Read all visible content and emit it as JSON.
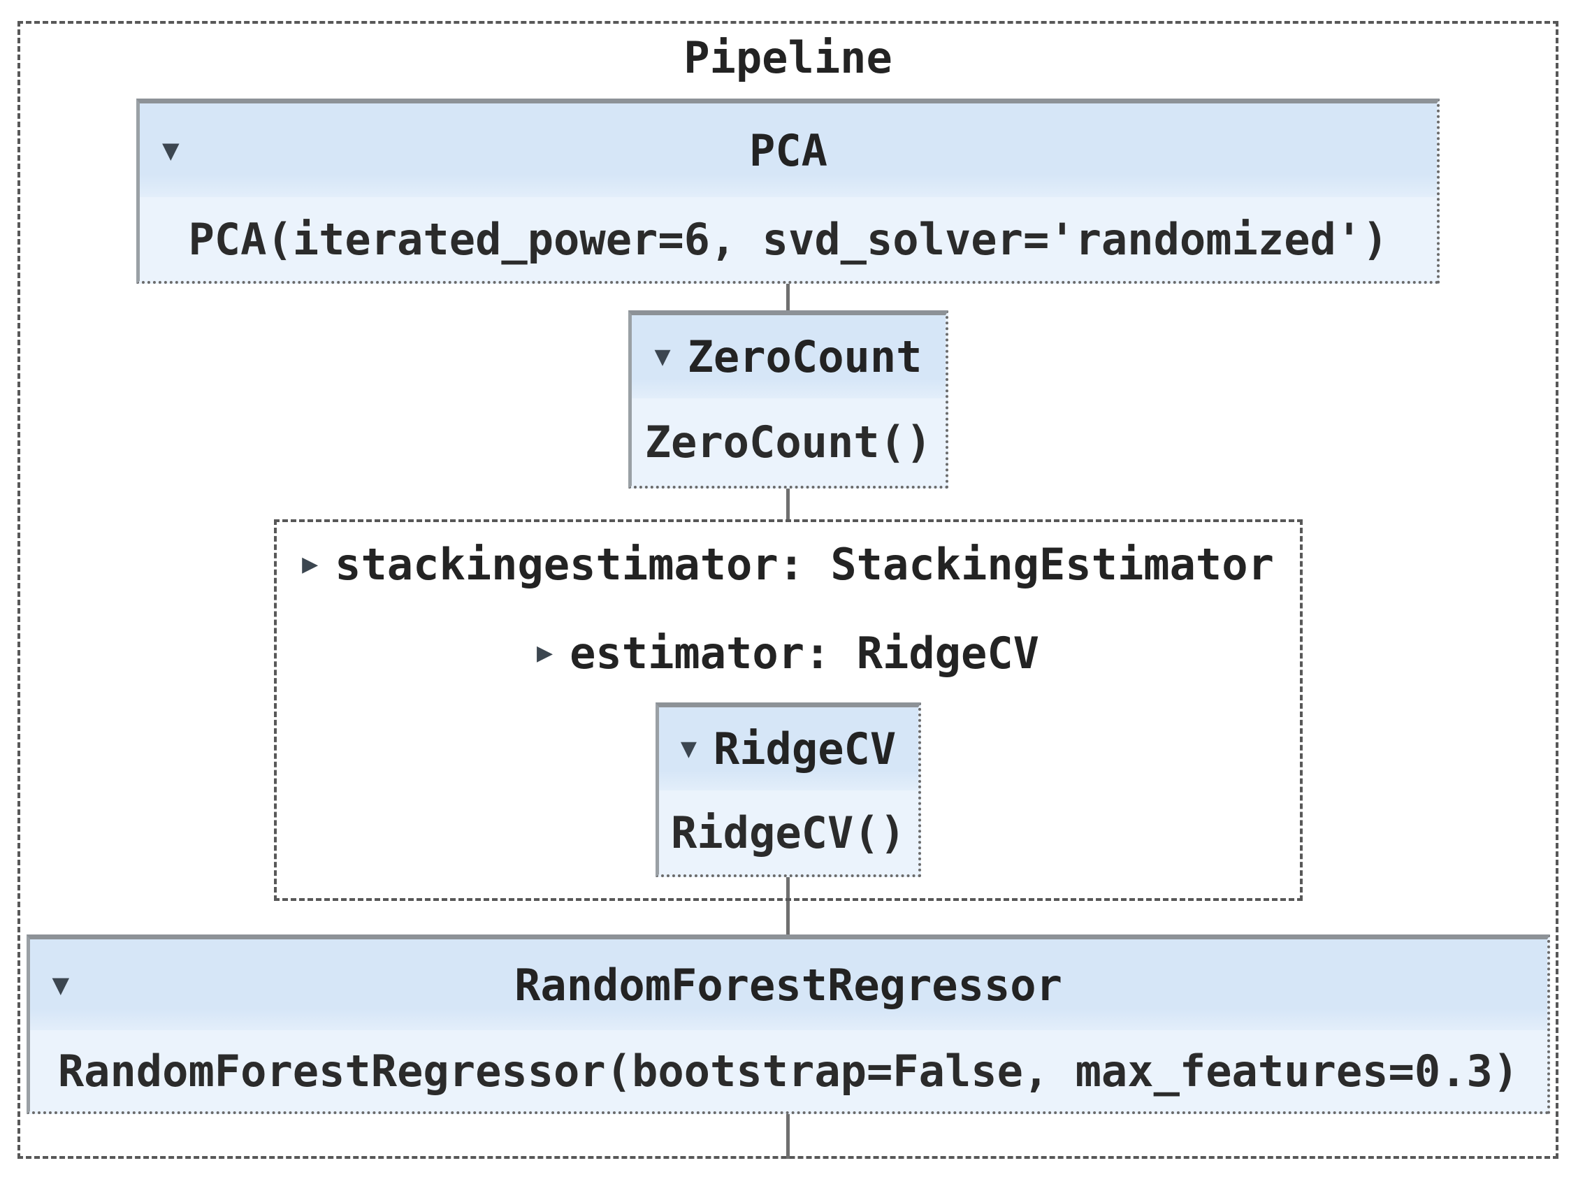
{
  "pipeline": {
    "title": "Pipeline"
  },
  "estimators": {
    "pca": {
      "label": "PCA",
      "code": "PCA(iterated_power=6, svd_solver='randomized')"
    },
    "zerocount": {
      "label": "ZeroCount",
      "code": "ZeroCount()"
    },
    "stackingestimator": {
      "label": "stackingestimator: StackingEstimator"
    },
    "estimator": {
      "label": "estimator: RidgeCV"
    },
    "ridgecv": {
      "label": "RidgeCV",
      "code": "RidgeCV()"
    },
    "randomforest": {
      "label": "RandomForestRegressor",
      "code": "RandomForestRegressor(bootstrap=False, max_features=0.3)"
    }
  },
  "icons": {
    "caret_down": "▼",
    "caret_right": "▶"
  },
  "colors": {
    "header_bg": "#d6e6f7",
    "code_bg": "#ebf3fc",
    "dashed_border": "#585858",
    "connector": "#6f6f6f"
  }
}
